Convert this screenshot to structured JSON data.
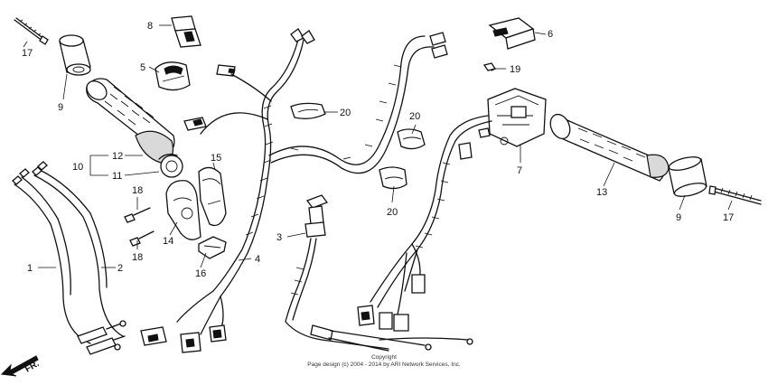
{
  "callouts": {
    "p1": "1",
    "p2": "2",
    "p3": "3",
    "p4": "4",
    "p5": "5",
    "p6": "6",
    "p7": "7",
    "p8": "8",
    "p9a": "9",
    "p9b": "9",
    "p10": "10",
    "p11": "11",
    "p12": "12",
    "p13": "13",
    "p14": "14",
    "p15": "15",
    "p16": "16",
    "p17a": "17",
    "p17b": "17",
    "p18a": "18",
    "p18b": "18",
    "p19": "19",
    "p20a": "20",
    "p20b": "20",
    "p20c": "20"
  },
  "direction_label": "FR.",
  "copyright": {
    "line1": "Copyright",
    "line2": "Page design (c) 2004 - 2014 by ARI Network Services, Inc."
  }
}
